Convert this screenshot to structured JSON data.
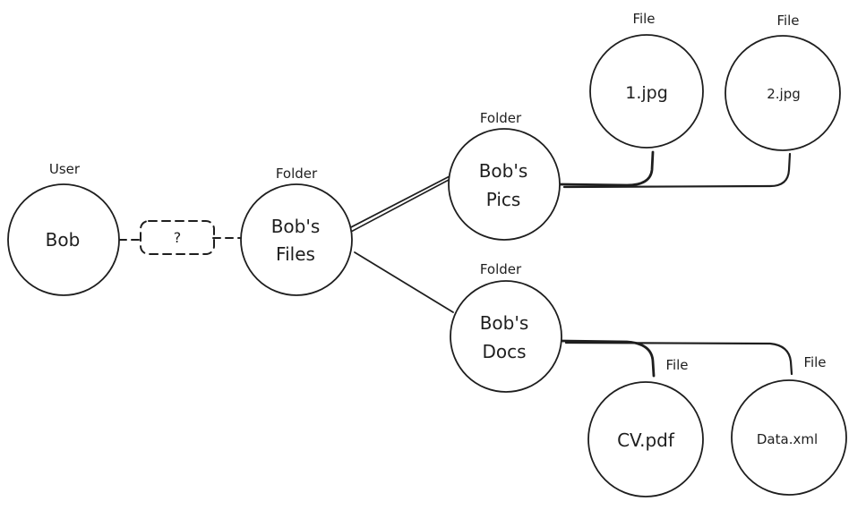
{
  "diagram": {
    "nodes": {
      "user_bob": {
        "type": "User",
        "label_lines": [
          "Bob"
        ]
      },
      "bobs_files": {
        "type": "Folder",
        "label_lines": [
          "Bob's",
          "Files"
        ]
      },
      "bobs_pics": {
        "type": "Folder",
        "label_lines": [
          "Bob's",
          "Pics"
        ]
      },
      "bobs_docs": {
        "type": "Folder",
        "label_lines": [
          "Bob's",
          "Docs"
        ]
      },
      "file_1jpg": {
        "type": "File",
        "label_lines": [
          "1.jpg"
        ]
      },
      "file_2jpg": {
        "type": "File",
        "label_lines": [
          "2.jpg"
        ]
      },
      "file_cvpdf": {
        "type": "File",
        "label_lines": [
          "CV.pdf"
        ]
      },
      "file_dataxml": {
        "type": "File",
        "label_lines": [
          "Data.xml"
        ]
      }
    },
    "unknown_link": {
      "label": "?"
    },
    "colors": {
      "ink": "#1e1e1e",
      "background": "#ffffff"
    }
  }
}
